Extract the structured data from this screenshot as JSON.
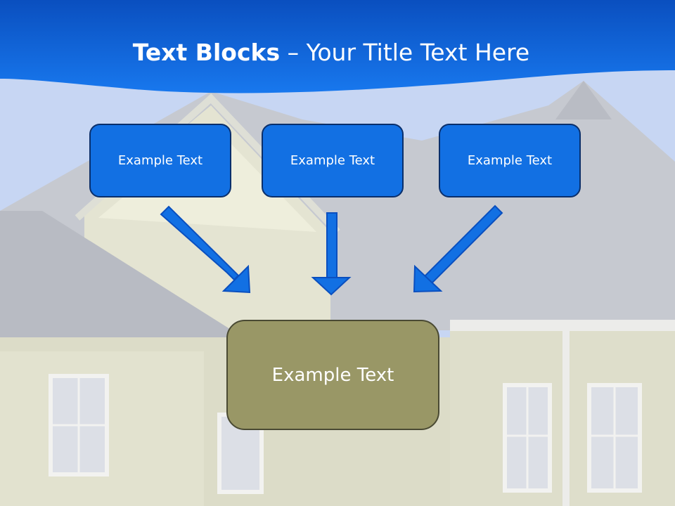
{
  "title": {
    "bold": "Text Blocks",
    "dash": " – ",
    "rest": "Your Title Text Here"
  },
  "blocks": [
    {
      "label": "Example Text"
    },
    {
      "label": "Example Text"
    },
    {
      "label": "Example Text"
    },
    {
      "label": "Example Text"
    }
  ],
  "colors": {
    "header_blue": "#1270e3",
    "block_blue": "#1270e3",
    "block_border": "#0a2f6b",
    "center_block": "#999766",
    "arrow": "#1270e3"
  }
}
